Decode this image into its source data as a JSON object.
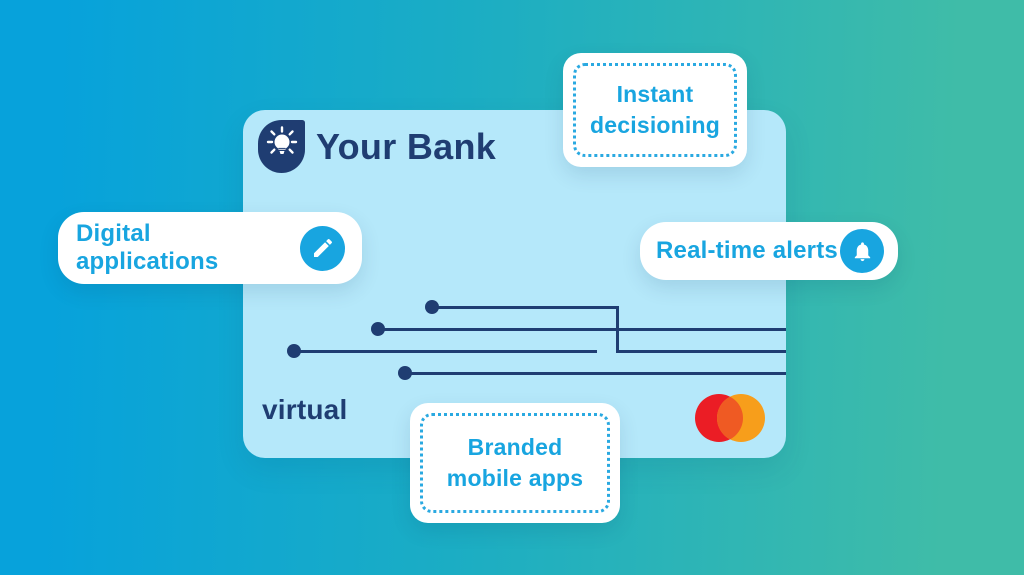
{
  "illustration": {
    "bank": {
      "name": "Your Bank",
      "card_type_label": "virtual",
      "logo_icon": "lightbulb-icon",
      "payment_network": "Mastercard"
    },
    "features": [
      {
        "id": "instant-decisioning",
        "label": "Instant decisioning",
        "variant": "dashed-box",
        "icon": null
      },
      {
        "id": "digital-applications",
        "label": "Digital applications",
        "variant": "icon-chip",
        "icon": "pencil-icon"
      },
      {
        "id": "real-time-alerts",
        "label": "Real-time alerts",
        "variant": "icon-chip",
        "icon": "bell-icon"
      },
      {
        "id": "branded-mobile-apps",
        "label": "Branded mobile apps",
        "variant": "dashed-box",
        "icon": null
      }
    ],
    "colors": {
      "background_gradient_left": "#07a2db",
      "background_gradient_right": "#3fbca8",
      "card_background": "#b5e8fa",
      "navy": "#1f3d72",
      "accent_blue": "#18a5e0",
      "dotted_border_blue": "#2aa9e1",
      "mastercard_red": "#eb1d25",
      "mastercard_orange": "#f79e1b",
      "mastercard_overlap": "#ef5a23"
    }
  }
}
